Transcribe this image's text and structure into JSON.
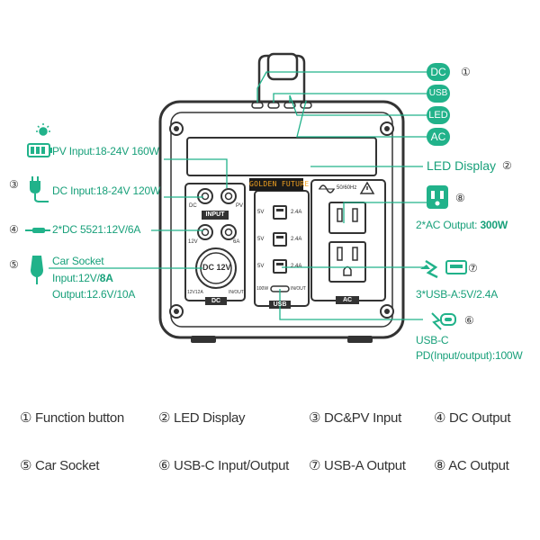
{
  "callouts": {
    "pv_input": "PV Input:18-24V 160W",
    "dc_input": "DC Input:18-24V 120W",
    "dc5521": "2*DC 5521:12V/6A",
    "car_title": "Car Socket",
    "car_input_pre": "Input:12V/",
    "car_input_strong": "8A",
    "car_output": "Output:12.6V/10A",
    "led_display": "LED Display",
    "ac_output_pre": "2*AC Output: ",
    "ac_output_strong": "300W",
    "usb_a": "3*USB-A:5V/2.4A",
    "usb_c_1": "USB-C",
    "usb_c_2": "PD(Input/output):100W"
  },
  "markers": {
    "m1": "①",
    "m2": "②",
    "m3": "③",
    "m4": "④",
    "m5": "⑤",
    "m6": "⑥",
    "m7": "⑦",
    "m8": "⑧"
  },
  "pills": {
    "dc": "DC",
    "usb": "USB",
    "led": "LED",
    "ac": "AC"
  },
  "panel": {
    "brand": "GOLDEN FUTURE",
    "dc_port_left": "DC",
    "pv_port": "PV",
    "input_tag": "INPUT",
    "v12_left": "12V",
    "a6": "6A",
    "car_socket": "DC 12V",
    "car_spec": "12V12A",
    "inout": "IN/OUT",
    "dc_tag": "DC",
    "usb_tag": "USB",
    "ac_tag": "AC",
    "ac_freq": "50/60Hz",
    "usb_rows": [
      {
        "left": "5V",
        "right": "2.4A"
      },
      {
        "left": "5V",
        "right": "2.4A"
      },
      {
        "left": "5V",
        "right": "2.4A"
      }
    ],
    "usbc_watt": "100W",
    "usbc_inout": "IN/OUT"
  },
  "legend": [
    {
      "marker": "①",
      "text": "Function button"
    },
    {
      "marker": "②",
      "text": "LED Display"
    },
    {
      "marker": "③",
      "text": "DC&PV Input"
    },
    {
      "marker": "④",
      "text": "DC Output"
    },
    {
      "marker": "⑤",
      "text": "Car Socket"
    },
    {
      "marker": "⑥",
      "text": "USB-C Input/Output"
    },
    {
      "marker": "⑦",
      "text": "USB-A Output"
    },
    {
      "marker": "⑧",
      "text": "AC Output"
    }
  ],
  "colors": {
    "accent": "#21b28a",
    "outline": "#333333",
    "brand_bg": "#1a1a1a",
    "brand_fg": "#f0a020"
  }
}
